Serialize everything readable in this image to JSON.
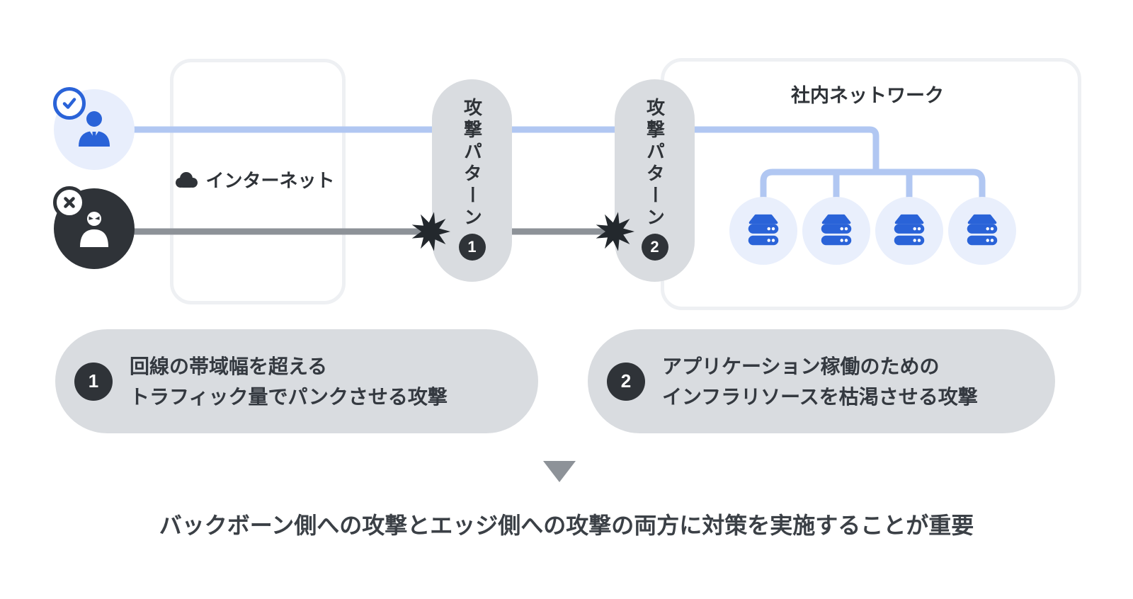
{
  "colors": {
    "accent_blue": "#2a63d8",
    "light_blue_bg": "#e8eefc",
    "line_blue": "#b1c7f2",
    "line_gray": "#8d9298",
    "dark": "#2f3338",
    "panel_gray": "#d9dce0",
    "box_border": "#eef0f3",
    "text_dark": "#3b4046"
  },
  "icons": {
    "user": "user-icon",
    "user_status": "check-icon",
    "attacker": "attacker-icon",
    "attacker_status": "x-icon",
    "internet": "cloud-icon",
    "server": "server-icon",
    "impact": "burst-icon",
    "arrow": "down-triangle-icon"
  },
  "internet_box": {
    "label": "インターネット"
  },
  "network_box": {
    "title": "社内ネットワーク",
    "server_count": 4
  },
  "attack_pills": [
    {
      "label": "攻撃パターン",
      "number": "1"
    },
    {
      "label": "攻撃パターン",
      "number": "2"
    }
  ],
  "callouts": [
    {
      "number": "1",
      "line1": "回線の帯域幅を超える",
      "line2": "トラフィック量でパンクさせる攻撃"
    },
    {
      "number": "2",
      "line1": "アプリケーション稼働のための",
      "line2": "インフラリソースを枯渇させる攻撃"
    }
  ],
  "conclusion": "バックボーン側への攻撃とエッジ側への攻撃の両方に対策を実施することが重要"
}
